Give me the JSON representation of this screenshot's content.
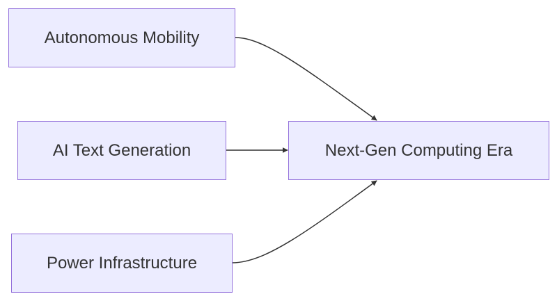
{
  "nodes": {
    "autonomous_mobility": "Autonomous Mobility",
    "ai_text_generation": "AI Text Generation",
    "power_infrastructure": "Power Infrastructure",
    "next_gen_computing": "Next-Gen Computing Era"
  },
  "edges": [
    {
      "from": "Autonomous Mobility",
      "to": "Next-Gen Computing Era"
    },
    {
      "from": "AI Text Generation",
      "to": "Next-Gen Computing Era"
    },
    {
      "from": "Power Infrastructure",
      "to": "Next-Gen Computing Era"
    }
  ],
  "colors": {
    "node_fill": "#ECECFF",
    "node_border": "#9370DB",
    "text": "#333333",
    "edge": "#333333"
  }
}
